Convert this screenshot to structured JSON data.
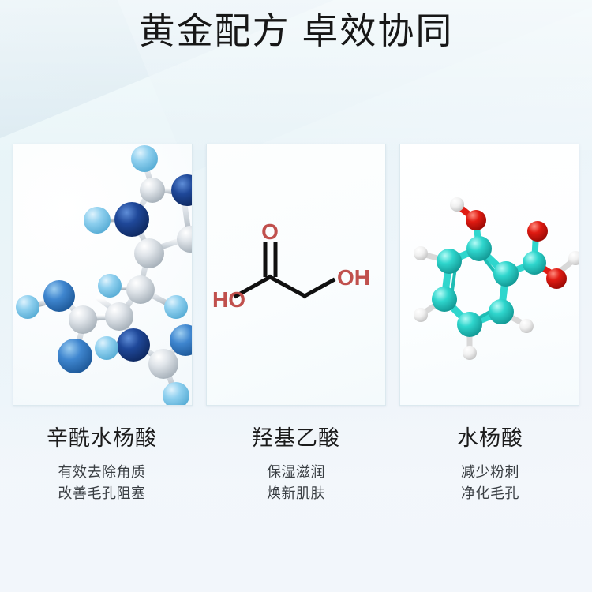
{
  "header": {
    "title": "黄金配方 卓效协同"
  },
  "theme": {
    "bg_top_left": "#e6f6f8",
    "bg_bottom_right": "#f2f6fb",
    "diagonal_band": "#dcecf3",
    "card_bg": "#ffffff",
    "card_border": "#dce9ef",
    "title_color": "#171717",
    "caption_name_color": "#1b1b1b",
    "caption_line_color": "#3a3f44"
  },
  "ingredients": [
    {
      "name": "辛酰水杨酸",
      "benefits": [
        "有效去除角质",
        "改善毛孔阻塞"
      ],
      "figure": {
        "kind": "ball-and-stick-3d",
        "alt": "辛酰水杨酸分子球棍模型",
        "atom_colors": {
          "dark_blue": "#1a3f8f",
          "mid_blue": "#3f86cf",
          "light_blue": "#8fd0ef",
          "silver": "#d8dde3"
        }
      }
    },
    {
      "name": "羟基乙酸",
      "benefits": [
        "保湿滋润",
        "焕新肌肤"
      ],
      "figure": {
        "kind": "skeletal-formula",
        "alt": "羟基乙酸骨架式",
        "labels": [
          "O",
          "HO",
          "OH"
        ],
        "bond_color": "#101010",
        "label_color": "#c0504d"
      }
    },
    {
      "name": "水杨酸",
      "benefits": [
        "减少粉刺",
        "净化毛孔"
      ],
      "figure": {
        "kind": "ball-and-stick-3d",
        "alt": "水杨酸分子球棍模型",
        "atom_colors": {
          "carbon": "#2fd6cd",
          "oxygen": "#e01b12",
          "hydrogen": "#f2f2f2"
        }
      }
    }
  ]
}
